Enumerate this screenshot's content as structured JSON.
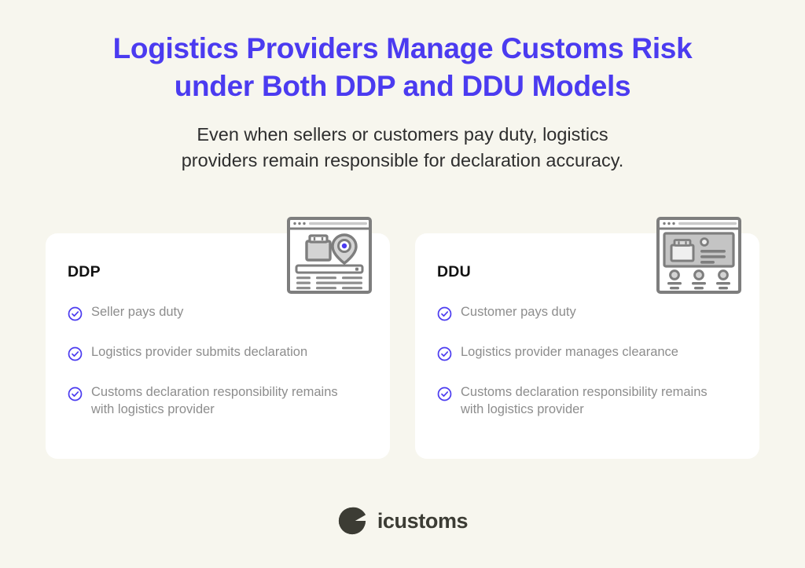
{
  "header": {
    "title_line1": "Logistics Providers Manage Customs Risk",
    "title_line2": "under Both DDP and DDU Models",
    "subtitle_line1": "Even when sellers or customers pay duty, logistics",
    "subtitle_line2": "providers remain responsible for declaration accuracy."
  },
  "colors": {
    "background": "#F7F6EE",
    "card_background": "#FFFFFF",
    "title_accent": "#4B3BF0",
    "subtitle_text": "#2E2E2E",
    "card_title_text": "#111111",
    "bullet_text": "#8D8D8D",
    "check_icon": "#4B3BF0",
    "illustration_stroke": "#7E7E7E",
    "illustration_fill": "#C9C9C9",
    "logo_text": "#3C3C34",
    "logo_mark": "#3C3C34"
  },
  "cards": [
    {
      "title": "DDP",
      "illustration_name": "browser-package-location-icon",
      "bullets": [
        {
          "icon": "check-circle-icon",
          "text": "Seller pays duty"
        },
        {
          "icon": "check-circle-icon",
          "text": "Logistics provider submits declaration"
        },
        {
          "icon": "check-circle-icon",
          "text": "Customs declaration responsibility remains with logistics provider"
        }
      ]
    },
    {
      "title": "DDU",
      "illustration_name": "browser-catalog-package-icon",
      "bullets": [
        {
          "icon": "check-circle-icon",
          "text": "Customer pays duty"
        },
        {
          "icon": "check-circle-icon",
          "text": "Logistics provider manages clearance"
        },
        {
          "icon": "check-circle-icon",
          "text": "Customs declaration responsibility remains with logistics provider"
        }
      ]
    }
  ],
  "footer": {
    "logo_mark_name": "icustoms-logo-mark",
    "logo_text": "icustoms"
  }
}
